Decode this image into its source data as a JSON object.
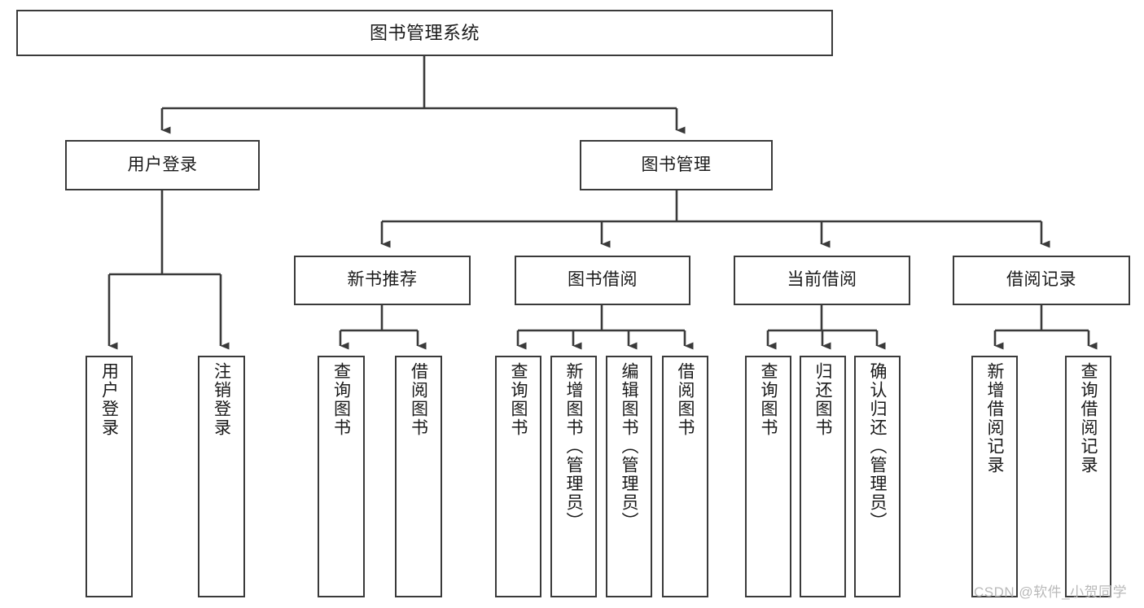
{
  "diagram": {
    "title": "图书管理系统",
    "type": "tree-structure-chart",
    "line_color": "#3a3a3a",
    "box_fill": "#ffffff",
    "text_color": "#1a1a1a",
    "watermark": "CSDN @软件_小贺同学"
  },
  "nodes": {
    "root": {
      "label": "图书管理系统"
    },
    "level2": [
      {
        "id": "user-login",
        "label": "用户登录"
      },
      {
        "id": "book-management",
        "label": "图书管理"
      }
    ],
    "level3": [
      {
        "id": "new-book-recommend",
        "label": "新书推荐"
      },
      {
        "id": "book-borrow",
        "label": "图书借阅"
      },
      {
        "id": "current-borrow",
        "label": "当前借阅"
      },
      {
        "id": "borrow-record",
        "label": "借阅记录"
      }
    ],
    "leaves": {
      "user_login": [
        {
          "id": "leaf-user-login",
          "label": "用户登录"
        },
        {
          "id": "leaf-logout-login",
          "label": "注销登录"
        }
      ],
      "new_book_recommend": [
        {
          "id": "leaf-query-book-1",
          "label": "查询图书"
        },
        {
          "id": "leaf-borrow-book-1",
          "label": "借阅图书"
        }
      ],
      "book_borrow": [
        {
          "id": "leaf-query-book-2",
          "label": "查询图书"
        },
        {
          "id": "leaf-add-book",
          "label": "新增图书（管理员）"
        },
        {
          "id": "leaf-edit-book",
          "label": "编辑图书（管理员）"
        },
        {
          "id": "leaf-borrow-book-2",
          "label": "借阅图书"
        }
      ],
      "current_borrow": [
        {
          "id": "leaf-query-book-3",
          "label": "查询图书"
        },
        {
          "id": "leaf-return-book",
          "label": "归还图书"
        },
        {
          "id": "leaf-confirm-return",
          "label": "确认归还（管理员）"
        }
      ],
      "borrow_record": [
        {
          "id": "leaf-add-record",
          "label": "新增借阅记录"
        },
        {
          "id": "leaf-query-record",
          "label": "查询借阅记录"
        }
      ]
    }
  }
}
